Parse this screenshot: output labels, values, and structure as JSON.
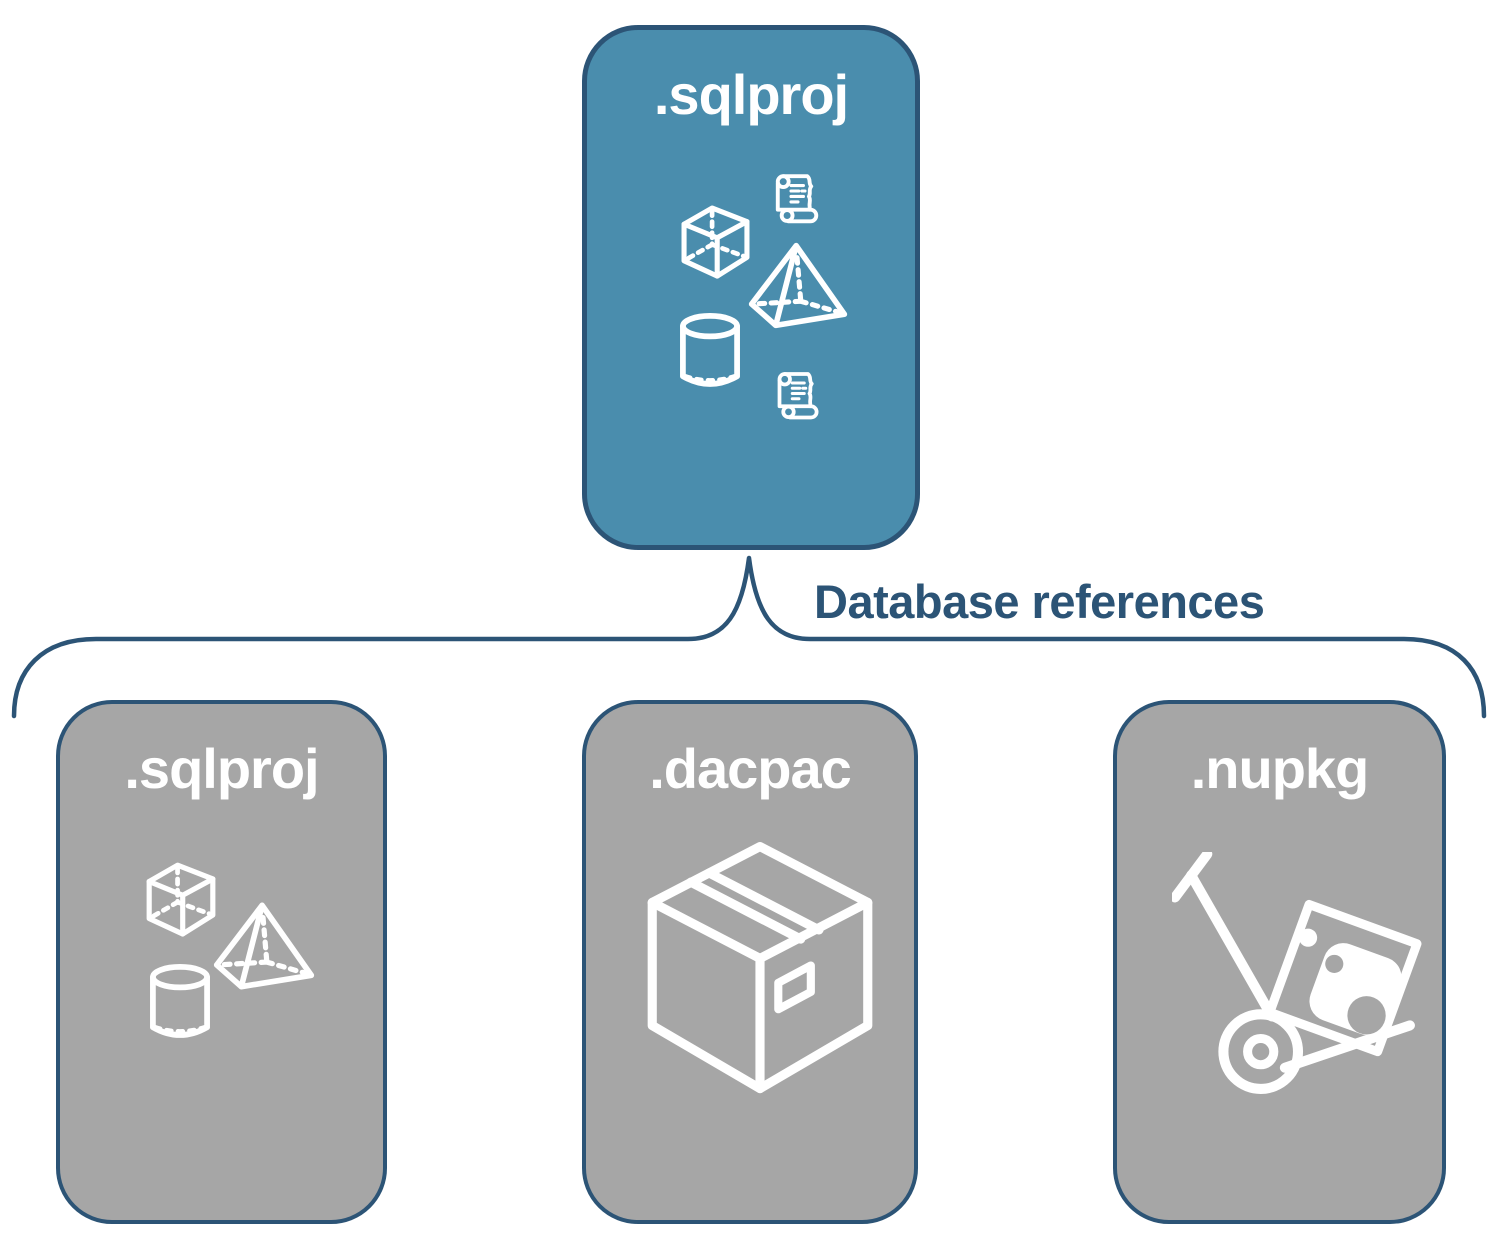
{
  "diagram": {
    "edge_label": "Database references",
    "root": {
      "label": ".sqlproj",
      "icons": [
        "cube-icon",
        "scroll-icon",
        "pyramid-icon",
        "cylinder-icon",
        "scroll-icon"
      ]
    },
    "children": [
      {
        "label": ".sqlproj",
        "icons": [
          "cube-icon",
          "pyramid-icon",
          "cylinder-icon"
        ]
      },
      {
        "label": ".dacpac",
        "icons": [
          "package-box-icon"
        ]
      },
      {
        "label": ".nupkg",
        "icons": [
          "hand-truck-package-icon"
        ]
      }
    ],
    "colors": {
      "root_fill": "#4a8dad",
      "child_fill": "#a6a6a6",
      "stroke": "#2c5476",
      "icon": "#ffffff",
      "background": "#ffffff"
    }
  }
}
